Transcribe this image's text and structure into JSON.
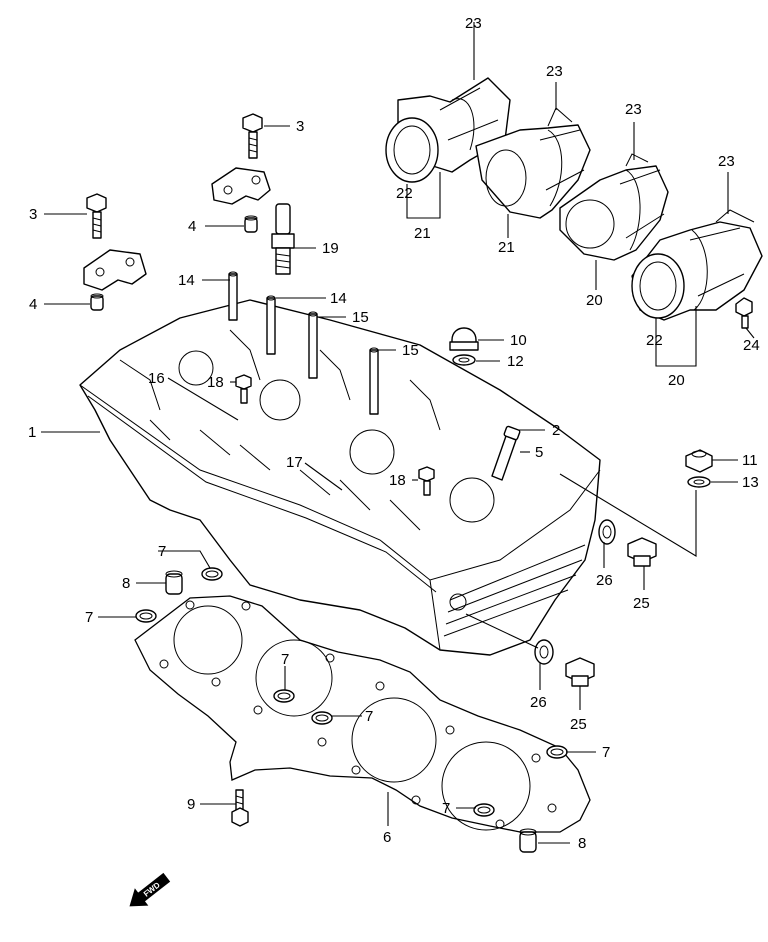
{
  "labels": {
    "c1": "1",
    "c2": "2",
    "c3a": "3",
    "c3b": "3",
    "c4a": "4",
    "c4b": "4",
    "c5": "5",
    "c6": "6",
    "c7a": "7",
    "c7b": "7",
    "c7c": "7",
    "c7d": "7",
    "c7e": "7",
    "c7f": "7",
    "c8a": "8",
    "c8b": "8",
    "c9": "9",
    "c10": "10",
    "c11": "11",
    "c12": "12",
    "c13": "13",
    "c14a": "14",
    "c14b": "14",
    "c15a": "15",
    "c15b": "15",
    "c16": "16",
    "c17": "17",
    "c18a": "18",
    "c18b": "18",
    "c19": "19",
    "c20a": "20",
    "c20b": "20",
    "c21a": "21",
    "c21b": "21",
    "c22a": "22",
    "c22b": "22",
    "c23a": "23",
    "c23b": "23",
    "c23c": "23",
    "c23d": "23",
    "c24": "24",
    "c25a": "25",
    "c25b": "25",
    "c26a": "26",
    "c26b": "26"
  },
  "fwd_arrow": {
    "text": "FWD"
  }
}
